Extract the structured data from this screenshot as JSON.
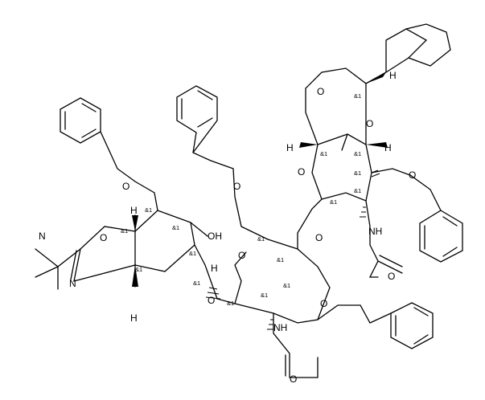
{
  "atom_labels": {
    "oxazoline_O": "O",
    "oxazoline_N": "N",
    "dimethylamino_N": "N",
    "hydroxyl": "OH",
    "benzyloxymethyl_O_left": "O",
    "ring_O_middle": "O",
    "benzyloxymethyl_O_middle": "O",
    "glycosidic_O_lower": "O",
    "glycosidic_O_upper": "O",
    "acetamide_N_middle": "NH",
    "acetamide_O_middle": "O",
    "benzyloxy_O_middle": "O",
    "ring_O_top": "O",
    "acetal_O_upper": "O",
    "acetal_O_lower": "O",
    "benzyloxy_O_top": "O",
    "acetamide_N_top": "NH",
    "acetamide_O_top": "O",
    "ring_H_top_left": "H",
    "ring_H_top_right": "H",
    "anomeric_H_top": "H",
    "anomeric_H_middle": "H",
    "ring_H_upper_left": "H",
    "ring_H_lower_left": "H"
  },
  "stereo_label": "&1"
}
